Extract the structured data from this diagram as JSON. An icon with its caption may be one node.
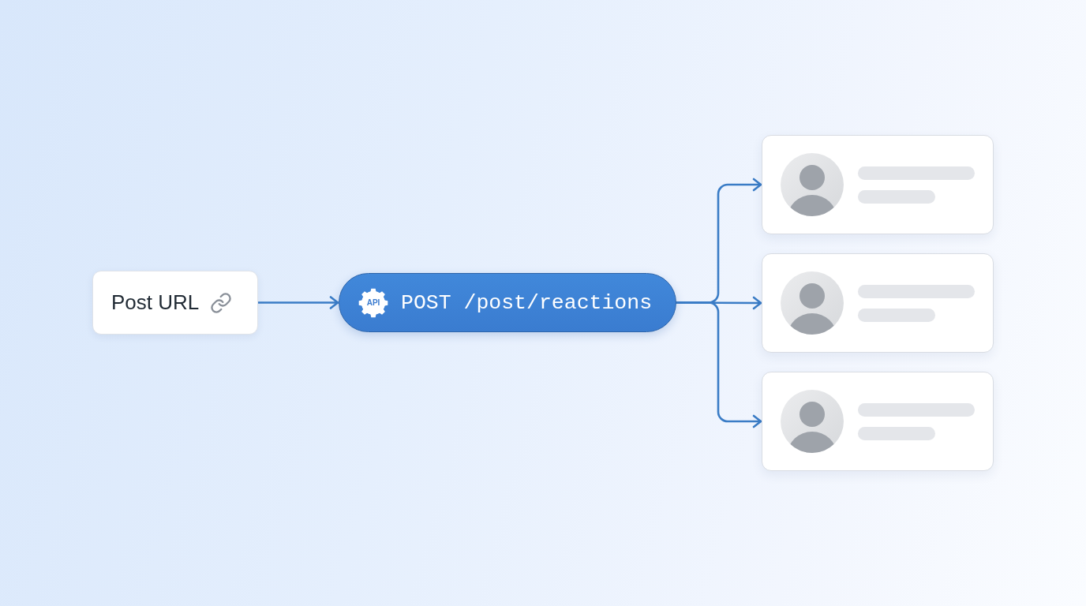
{
  "diagram": {
    "nodes": [
      {
        "text": [
          "Post URL"
        ]
      },
      {
        "text": [
          "API",
          "POST /post/reactions"
        ]
      },
      {
        "text": [],
        "shape": "box"
      },
      {
        "text": [],
        "shape": "box"
      },
      {
        "text": [],
        "shape": "box"
      }
    ],
    "edges": [
      {
        "from": 0,
        "to": 1,
        "arrow": "to"
      },
      {
        "from": 1,
        "to": 2,
        "arrow": "to"
      },
      {
        "from": 1,
        "to": 3,
        "arrow": "to"
      },
      {
        "from": 1,
        "to": 4,
        "arrow": "to"
      }
    ]
  }
}
